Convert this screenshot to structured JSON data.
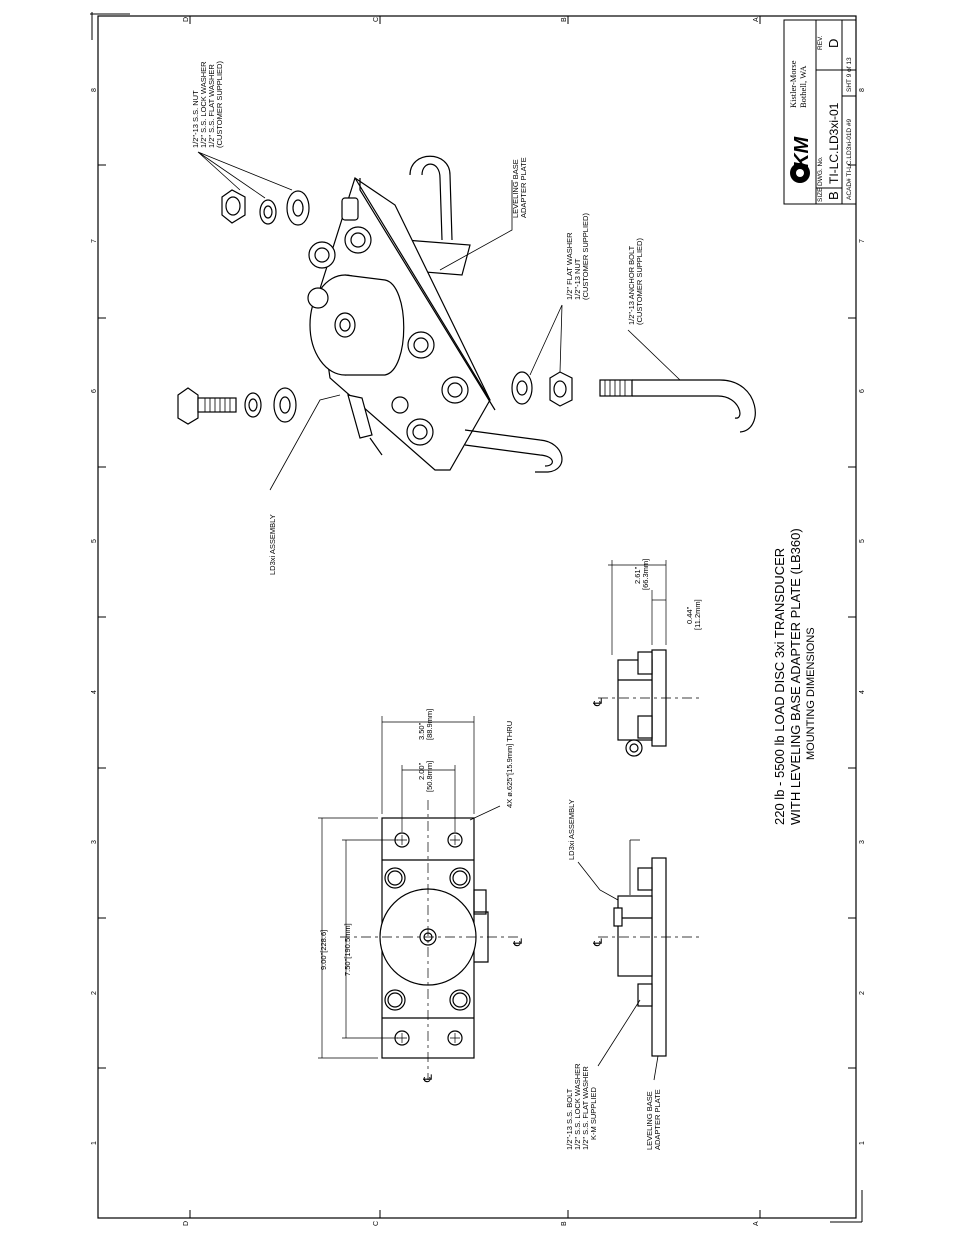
{
  "title": {
    "line1": "220 lb - 5500 lb LOAD DISC 3xi TRANSDUCER",
    "line2": "WITH LEVELING BASE ADAPTER PLATE (LB360)",
    "line3": "MOUNTING DIMENSIONS"
  },
  "title_block": {
    "company_line1": "Kistler-Morse",
    "company_line2": "Bothell, WA",
    "logo_text": "KM",
    "size_label": "SIZE",
    "size_value": "B",
    "dwg_label": "DWG. No.",
    "dwg_value": "TI-LC.LD3xi-01",
    "rev_label": "REV.",
    "rev_value": "D",
    "acad_text": "ACAD# TI-LC.LD3xi-01D #9",
    "sht_text": "SHT 9 of 13"
  },
  "zones": {
    "rows": [
      "D",
      "C",
      "B",
      "A"
    ],
    "cols": [
      "8",
      "7",
      "6",
      "5",
      "4",
      "3",
      "2",
      "1"
    ]
  },
  "callouts": {
    "nut_stack": [
      "1/2\"-13 S.S. NUT",
      "1/2\" S.S. LOCK WASHER",
      "1/2\" S.S. FLAT WASHER",
      "(CUSTOMER SUPPLIED)"
    ],
    "leveling_base_top": [
      "LEVELING BASE",
      "ADAPTER PLATE"
    ],
    "flat_washer_nut": [
      "1/2\" FLAT WASHER",
      "1/2\"-13 NUT",
      "(CUSTOMER SUPPLIED)"
    ],
    "anchor_bolt": [
      "1/2\"-13 ANCHOR BOLT",
      "(CUSTOMER SUPPLIED)"
    ],
    "ld3xi_assembly": "LD3xi ASSEMBLY",
    "ld3xi_assembly_side": "LD3xi ASSEMBLY",
    "bolt_stack": [
      "1/2\"-13 S.S. BOLT",
      "1/2\" S.S. LOCK WASHER",
      "1/2\" S.S. FLAT WASHER",
      "K-M SUPPLIED"
    ],
    "leveling_base_bottom": [
      "LEVELING BASE",
      "ADAPTER PLATE"
    ],
    "thru_holes": "4X ø.625\"[15.9mm] THRU"
  },
  "dimensions": {
    "overall_length": "9.00\"[228.6]",
    "hole_spacing_length": "7.50\"[190.5mm]",
    "width_inner_in": "2.00\"",
    "width_inner_mm": "[50.8mm]",
    "width_outer_in": "3.50\"",
    "width_outer_mm": "[88.9mm]",
    "height_in": "2.61\"",
    "height_mm": "[66.3mm]",
    "plate_in": "0.44\"",
    "plate_mm": "[11.2mm]"
  },
  "centerline_symbol": "℄"
}
